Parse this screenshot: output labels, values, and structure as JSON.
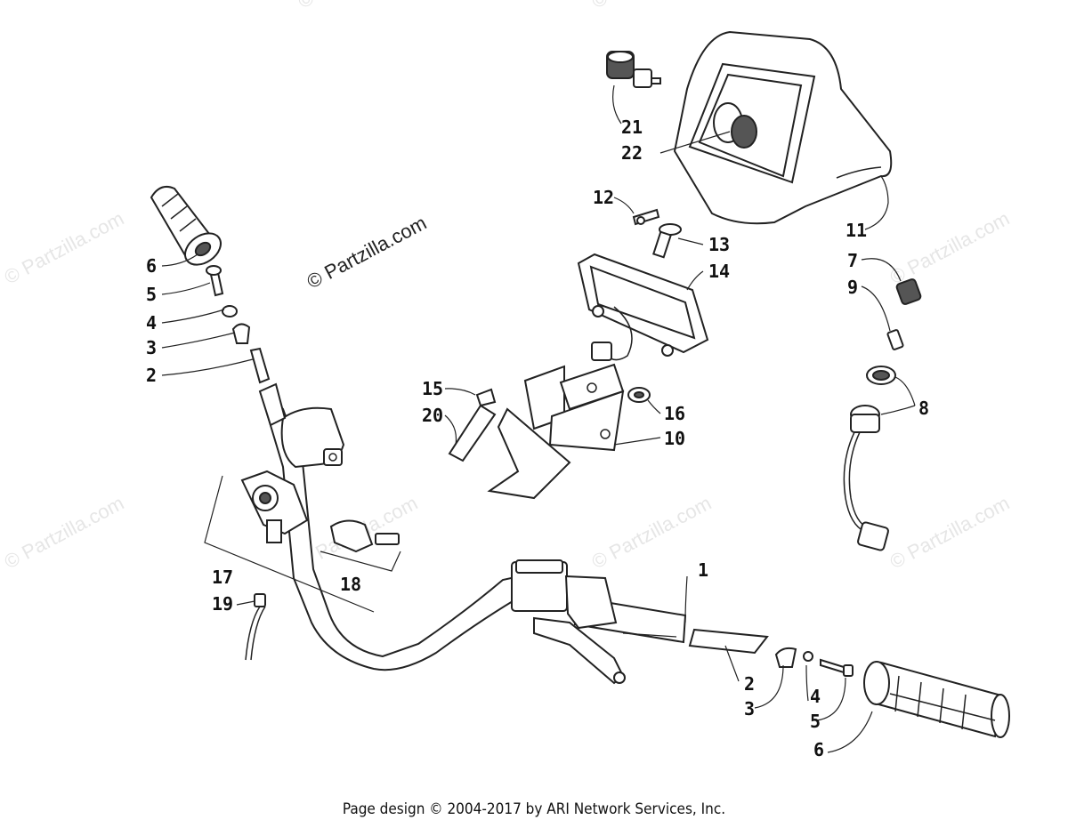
{
  "watermark": "© Partzilla.com",
  "footer": "Page design © 2004-2017 by ARI Network Services, Inc.",
  "callouts": {
    "c1": "1",
    "c2a": "2",
    "c2b": "2",
    "c3a": "3",
    "c3b": "3",
    "c4a": "4",
    "c4b": "4",
    "c5a": "5",
    "c5b": "5",
    "c6a": "6",
    "c6b": "6",
    "c7": "7",
    "c8": "8",
    "c9": "9",
    "c10": "10",
    "c11": "11",
    "c12": "12",
    "c13": "13",
    "c14": "14",
    "c15": "15",
    "c16": "16",
    "c17": "17",
    "c18": "18",
    "c19": "19",
    "c20": "20",
    "c21": "21",
    "c22": "22"
  }
}
